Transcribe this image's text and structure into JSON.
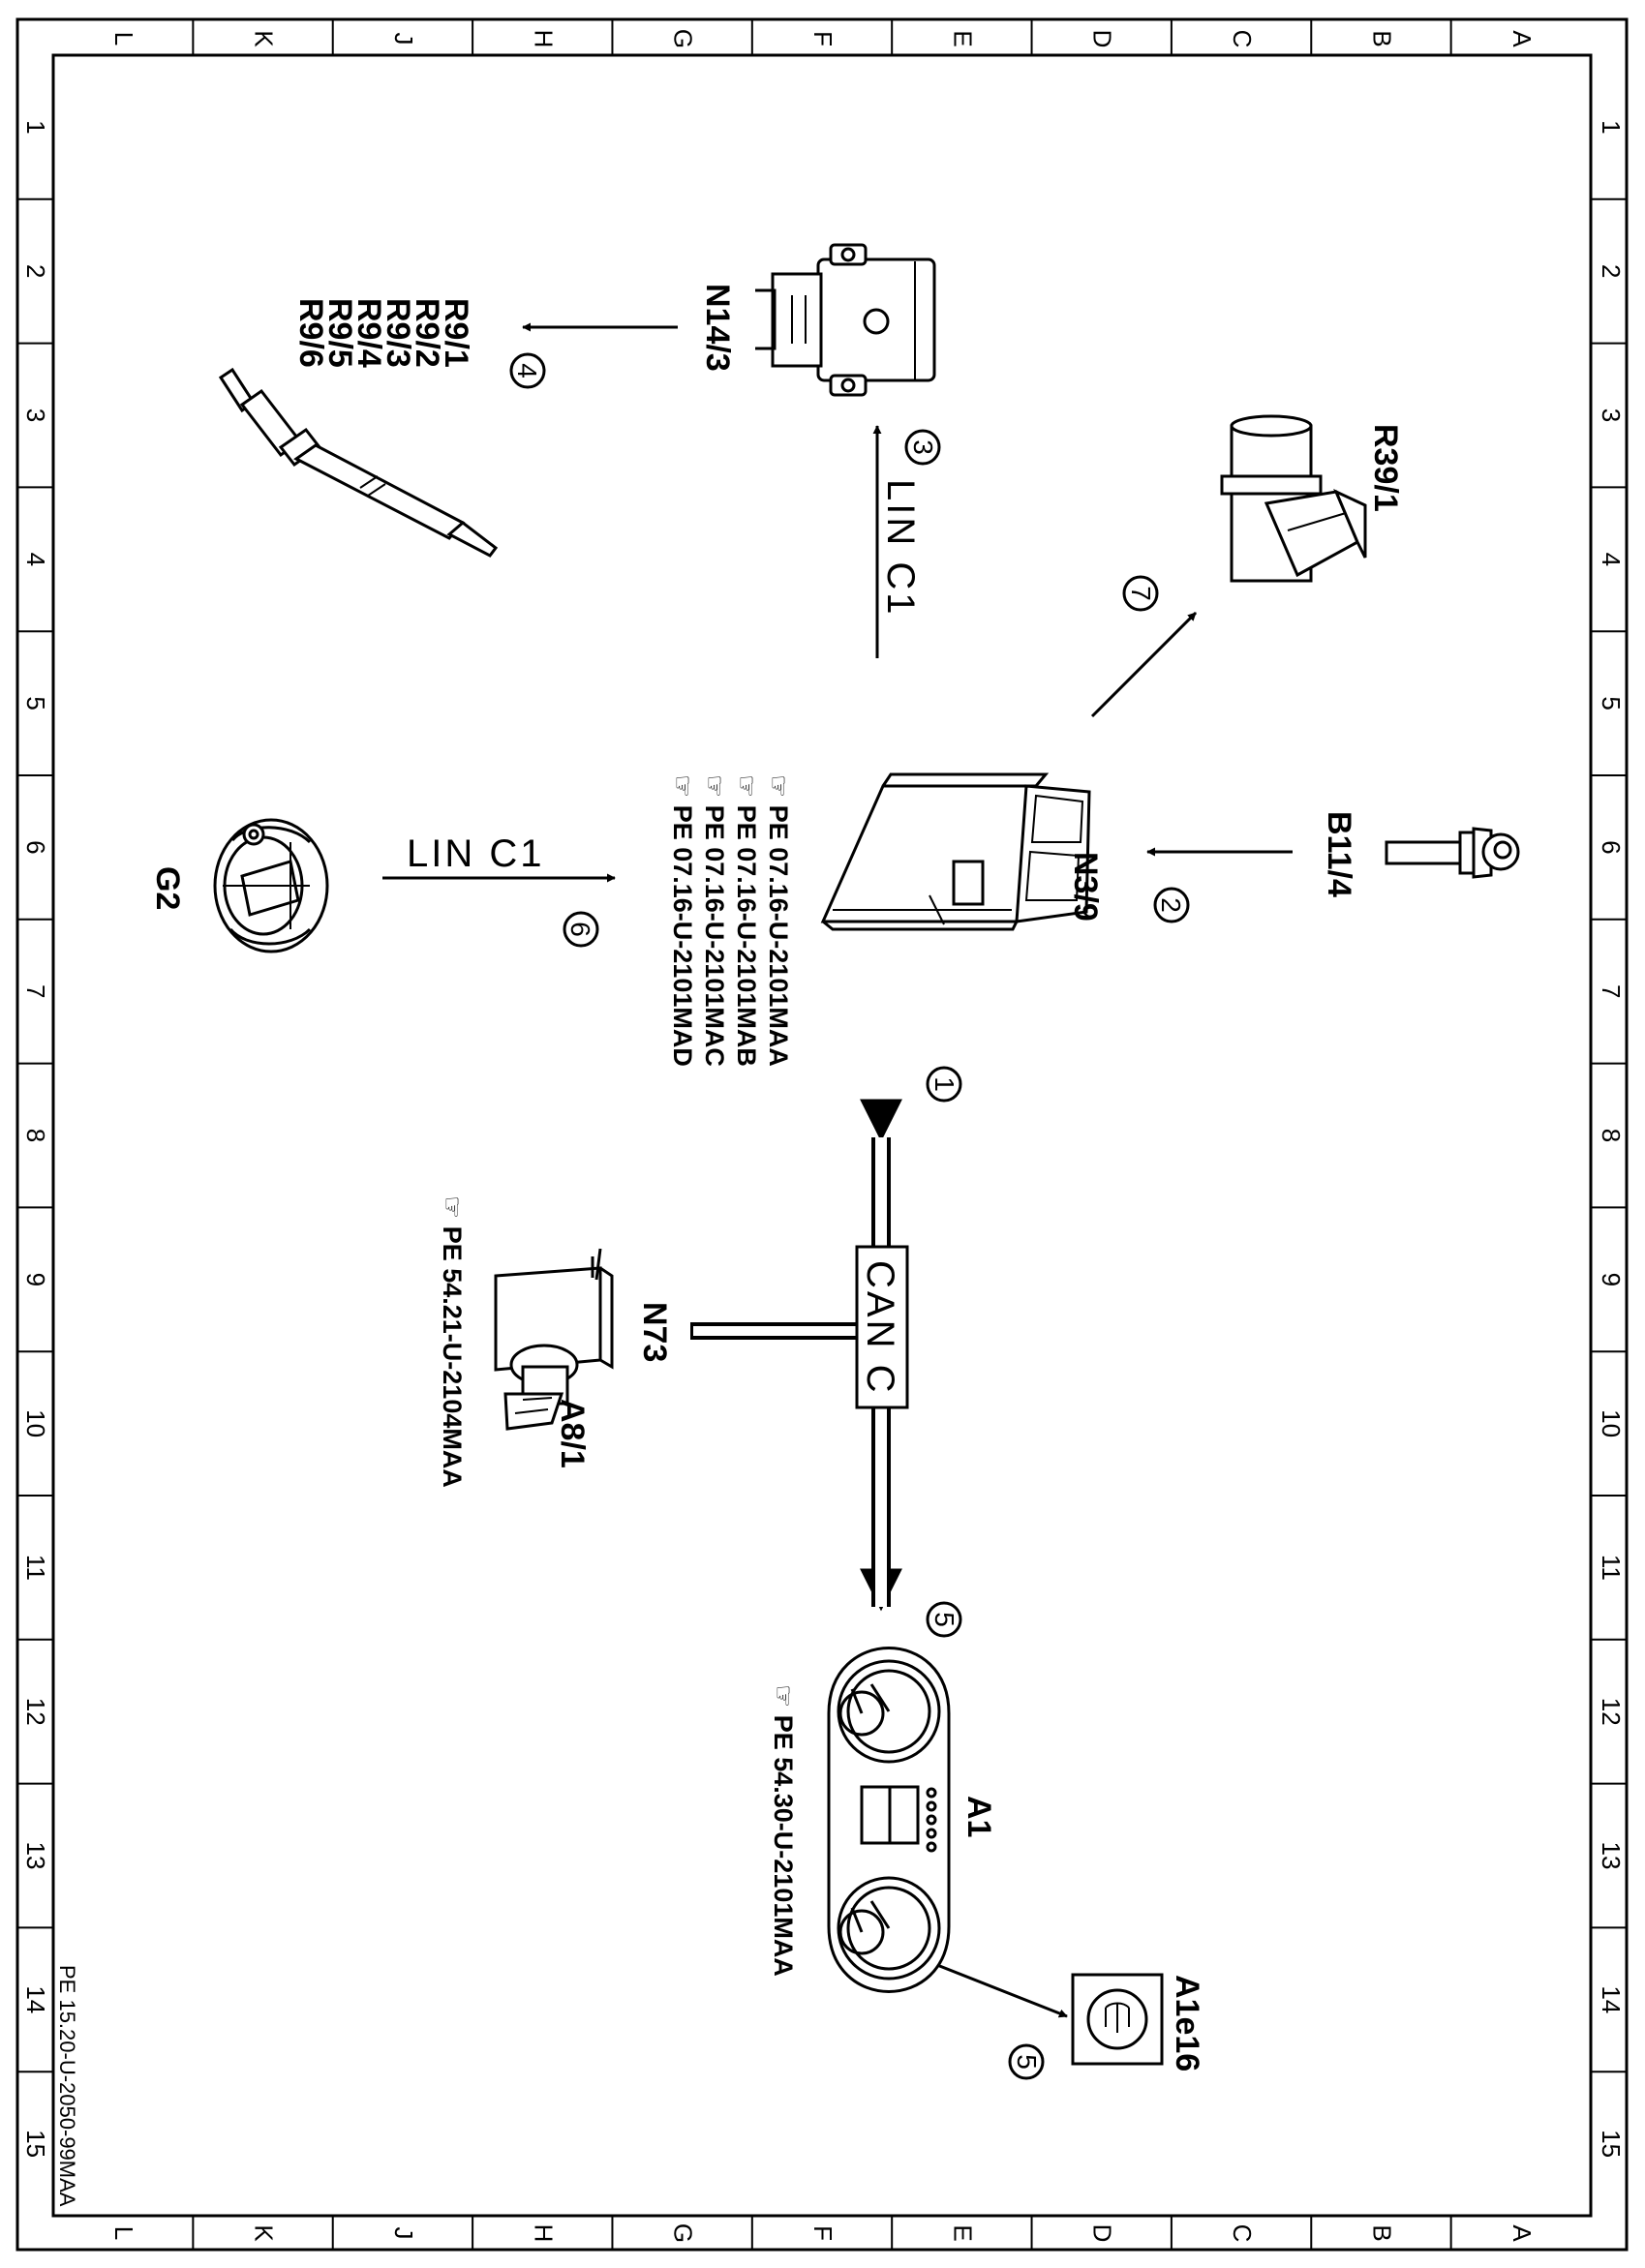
{
  "frame": {
    "columns": [
      "L",
      "K",
      "J",
      "H",
      "G",
      "F",
      "E",
      "D",
      "C",
      "B",
      "A"
    ],
    "rows": [
      "1",
      "2",
      "3",
      "4",
      "5",
      "6",
      "7",
      "8",
      "9",
      "10",
      "11",
      "12",
      "13",
      "14",
      "15"
    ]
  },
  "components": {
    "n14_3": "N14/3",
    "r9": [
      "R9/1",
      "R9/2",
      "R9/3",
      "R9/4",
      "R9/5",
      "R9/6"
    ],
    "r39_1": "R39/1",
    "n3_9": "N3/9",
    "b11_4": "B11/4",
    "g2": "G2",
    "n73": "N73",
    "a8_1": "A8/1",
    "a1": "A1",
    "a1e16": "A1e16"
  },
  "refs": {
    "n3_9": [
      "PE  07.16-U-2101MAA",
      "PE  07.16-U-2101MAB",
      "PE  07.16-U-2101MAC",
      "PE  07.16-U-2101MAD"
    ],
    "a8_1": "PE  54.21-U-2104MAA",
    "a1": "PE  54.30-U-2101MAA"
  },
  "buses": {
    "lin_top": "LIN  C1",
    "lin_left": "LIN  C1",
    "can": "CAN  C"
  },
  "arrows": {
    "n1": "1",
    "n2": "2",
    "n3": "3",
    "n4": "4",
    "n5a": "5",
    "n5b": "5",
    "n6": "6",
    "n7": "7"
  },
  "doc_id": "PE 15.20-U-2050-99MAA"
}
